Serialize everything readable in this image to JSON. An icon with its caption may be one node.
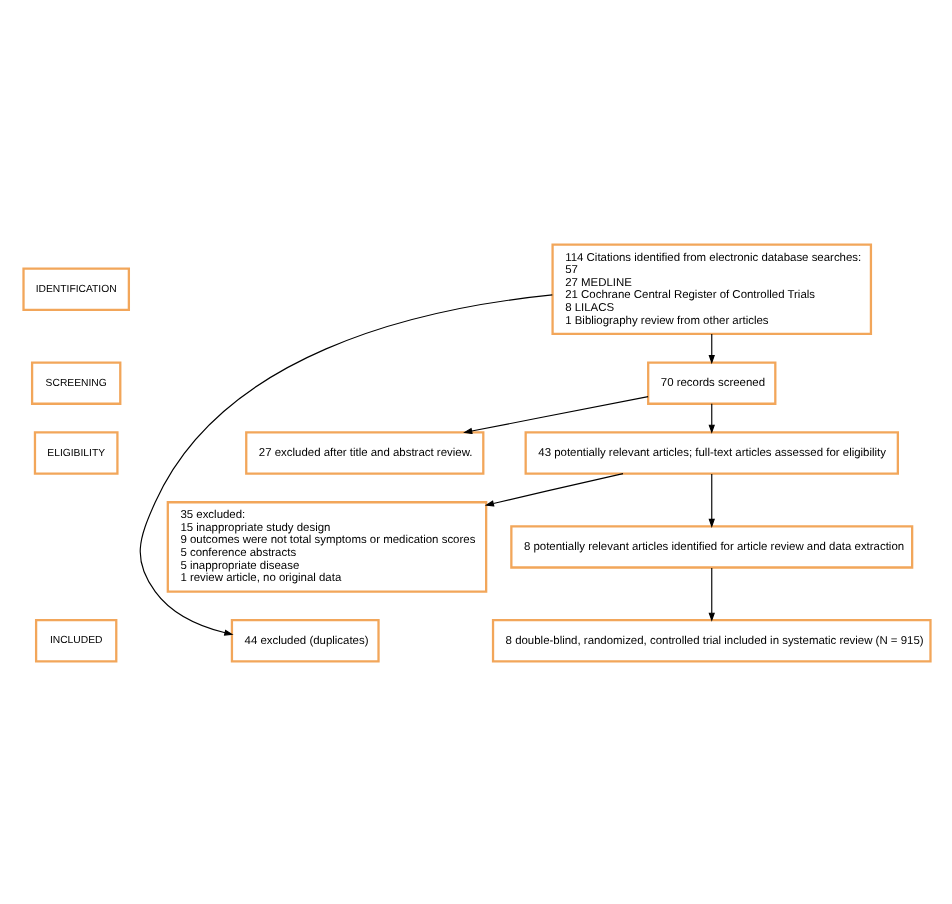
{
  "diagram": {
    "nodes": [
      {
        "text": [
          "IDENTIFICATION"
        ]
      },
      {
        "text": [
          "SCREENING"
        ]
      },
      {
        "text": [
          "ELIGIBILITY"
        ]
      },
      {
        "text": [
          "INCLUDED"
        ]
      },
      {
        "text": [
          "114 Citations identified from electronic database searches:",
          "57",
          "27 MEDLINE",
          "21 Cochrane Central Register of Controlled Trials",
          "8 LILACS",
          "1 Bibliography review from other articles"
        ]
      },
      {
        "text": [
          "44 excluded (duplicates)"
        ]
      },
      {
        "text": [
          "70 records screened"
        ]
      },
      {
        "text": [
          "27 excluded after title and abstract review."
        ]
      },
      {
        "text": [
          "43 potentially relevant articles; full-text articles assessed for eligibility"
        ]
      },
      {
        "text": [
          "35 excluded:",
          "15 inappropriate study design",
          "9 outcomes were not total symptoms or medication scores",
          "5 conference abstracts",
          "5 inappropriate disease",
          "1 review article, no original data"
        ]
      },
      {
        "text": [
          "8 potentially relevant articles identified for article review and data extraction"
        ]
      },
      {
        "text": [
          "8 double-blind, randomized, controlled trial included in systematic review (N = 915)"
        ]
      }
    ],
    "edges": [
      {
        "from": 4,
        "to": 5,
        "arrow": "to"
      },
      {
        "from": 4,
        "to": 6,
        "arrow": "to"
      },
      {
        "from": 6,
        "to": 7,
        "arrow": "to"
      },
      {
        "from": 6,
        "to": 8,
        "arrow": "to"
      },
      {
        "from": 8,
        "to": 9,
        "arrow": "to"
      },
      {
        "from": 8,
        "to": 10,
        "arrow": "to"
      },
      {
        "from": 10,
        "to": 11,
        "arrow": "to"
      }
    ]
  }
}
